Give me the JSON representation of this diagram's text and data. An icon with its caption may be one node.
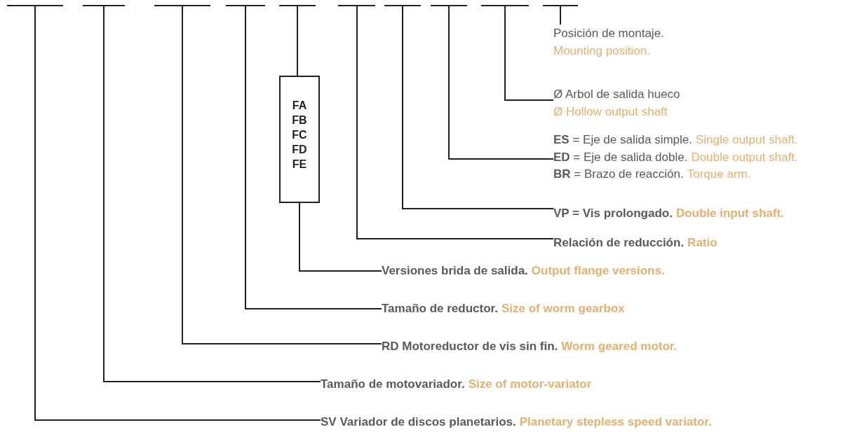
{
  "diagram": {
    "nodes": [
      {
        "text": [],
        "shape": "bar"
      },
      {
        "text": [],
        "shape": "bar"
      },
      {
        "text": [],
        "shape": "bar"
      },
      {
        "text": [],
        "shape": "bar"
      },
      {
        "text": [],
        "shape": "bar"
      },
      {
        "text": [],
        "shape": "bar"
      },
      {
        "text": [],
        "shape": "bar"
      },
      {
        "text": [],
        "shape": "bar"
      },
      {
        "text": [],
        "shape": "bar"
      },
      {
        "text": [],
        "shape": "bar"
      },
      {
        "text": [
          "FA",
          "FB",
          "FC",
          "FD",
          "FE"
        ]
      },
      {
        "text": [
          "Posición de montaje.",
          "Mounting position."
        ]
      },
      {
        "text": [
          "Ø Arbol de salida hueco",
          "Ø Hollow output shaft"
        ]
      },
      {
        "text": [
          "**ES** = Eje de salida simple.",
          "Single output shaft.",
          "**ED** = Eje de salida doble.",
          "Double output shaft.",
          "**BR** = Brazo de reacción.",
          "Torque arm."
        ]
      },
      {
        "text": [
          "VP = Vis prolongado.",
          "Double input shaft."
        ]
      },
      {
        "text": [
          "Relación de reducción.",
          "Ratio"
        ]
      },
      {
        "text": [
          "Versiones brida de salida.",
          "Output flange versions."
        ]
      },
      {
        "text": [
          "Tamaño de reductor.",
          "Size of worm gearbox"
        ]
      },
      {
        "text": [
          "RD Motoreductor de vis sin fin.",
          "Worm geared motor."
        ]
      },
      {
        "text": [
          "Tamaño de motovariador.",
          "Size of motor-variator"
        ]
      },
      {
        "text": [
          "SV Variador de discos planetarios.",
          "Planetary stepless speed variator."
        ]
      }
    ],
    "edges": [
      {
        "from": 9,
        "to": 11,
        "arrow": "none"
      },
      {
        "from": 8,
        "to": 12,
        "arrow": "none"
      },
      {
        "from": 7,
        "to": 13,
        "arrow": "none"
      },
      {
        "from": 6,
        "to": 14,
        "arrow": "none"
      },
      {
        "from": 5,
        "to": 15,
        "arrow": "none"
      },
      {
        "from": 4,
        "to": 10,
        "arrow": "none"
      },
      {
        "from": 10,
        "to": 16,
        "arrow": "none"
      },
      {
        "from": 3,
        "to": 17,
        "arrow": "none"
      },
      {
        "from": 2,
        "to": 18,
        "arrow": "none"
      },
      {
        "from": 1,
        "to": 19,
        "arrow": "none"
      },
      {
        "from": 0,
        "to": 20,
        "arrow": "none"
      }
    ]
  }
}
